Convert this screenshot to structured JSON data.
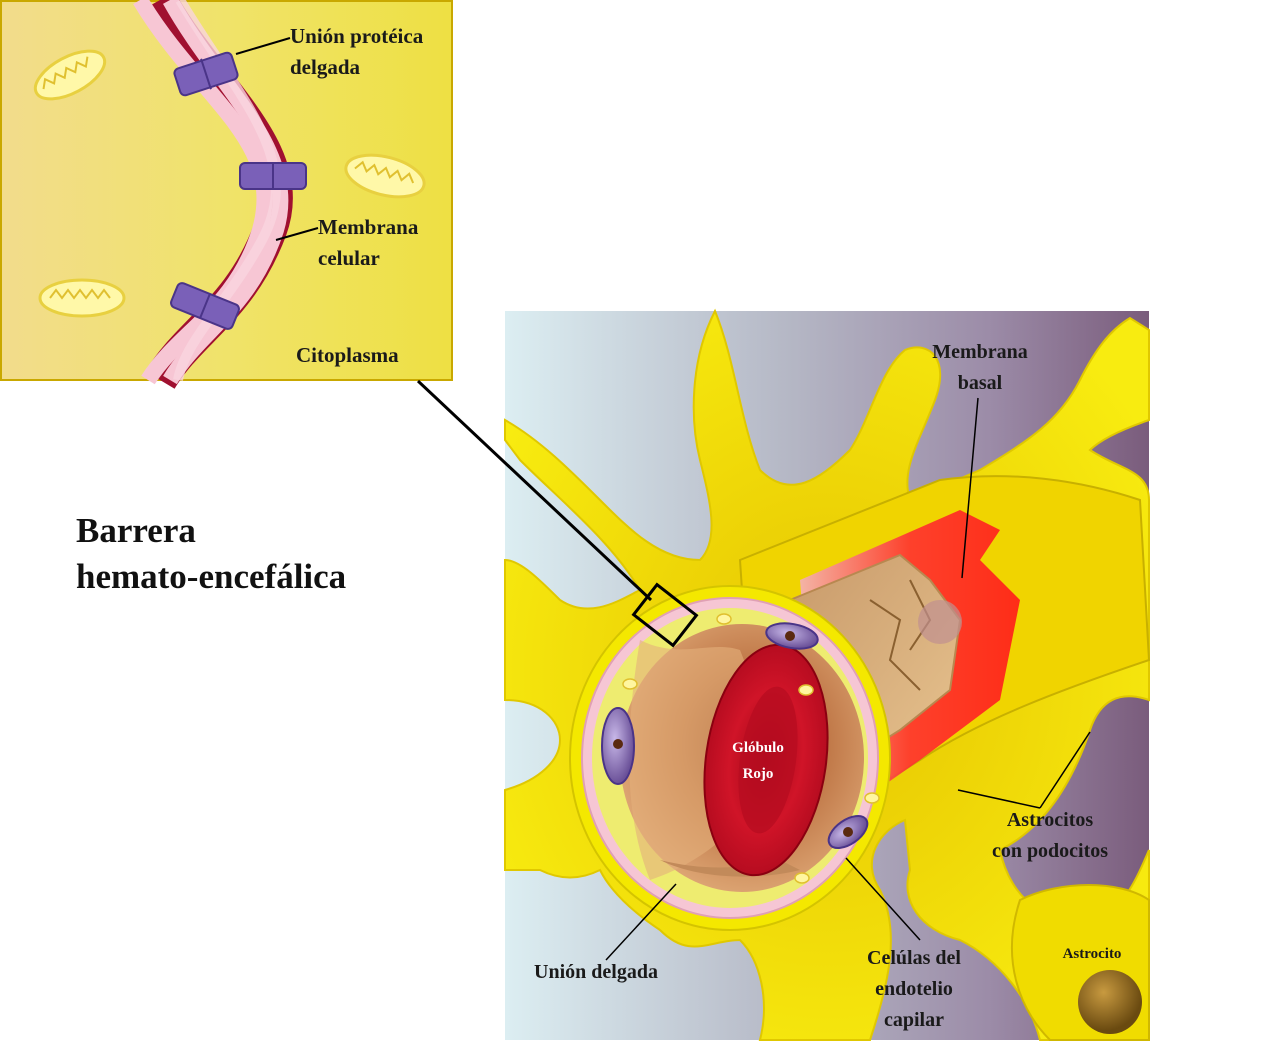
{
  "title": {
    "line1": "Barrera",
    "line2": "hemato-encefálica"
  },
  "inset": {
    "labels": {
      "union_proteica_1": "Unión protéica",
      "union_proteica_2": "delgada",
      "membrana_celular_1": "Membrana",
      "membrana_celular_2": "celular",
      "citoplasma": "Citoplasma"
    }
  },
  "main": {
    "labels": {
      "membrana_basal_1": "Membrana",
      "membrana_basal_2": "basal",
      "globulo_1": "Glóbulo",
      "globulo_2": "Rojo",
      "astrocitos_1": "Astrocitos",
      "astrocitos_2": "con podocitos",
      "astrocito": "Astrocito",
      "union_delgada": "Unión delgada",
      "endotelio_1": "Celúlas del",
      "endotelio_2": "endotelio",
      "endotelio_3": "capilar"
    }
  },
  "colors": {
    "inset_bg": "#f0e070",
    "astrocyte_yellow": "#f6e800",
    "membrane_pink": "#f6c8d6",
    "blood_red": "#c8102e",
    "basal_red": "#ff2020",
    "endothelium_purple": "#8a70b8",
    "cavity_tan": "#d9a878"
  }
}
